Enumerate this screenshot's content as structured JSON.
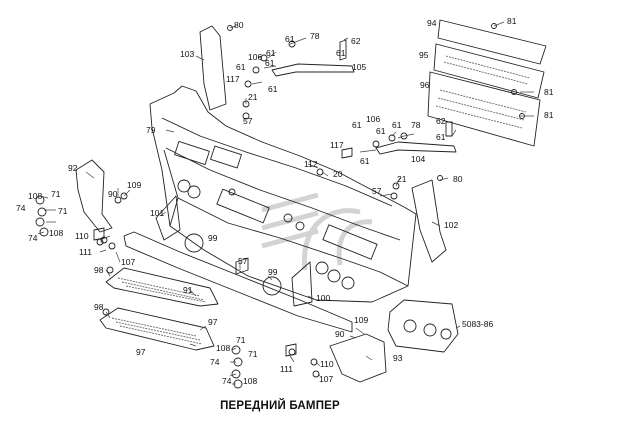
{
  "caption": "ПЕРЕДНИЙ БАМПЕР",
  "labels": {
    "l80a": "80",
    "l78a": "78",
    "l62a": "62",
    "l94": "94",
    "l81a": "81",
    "l103": "103",
    "l61a": "61",
    "l106a": "106",
    "l61b": "61",
    "l61c": "61",
    "l105": "105",
    "l95": "95",
    "l61d": "61",
    "l117a": "117",
    "l61e": "61",
    "l96": "96",
    "l81b": "81",
    "l81c": "81",
    "l21a": "21",
    "l57a": "57",
    "l79": "79",
    "l106b": "106",
    "l61f": "61",
    "l78b": "78",
    "l61g": "61",
    "l117b": "117",
    "l61h": "61",
    "l62b": "62",
    "l61i": "61",
    "l61j": "61",
    "l104": "104",
    "l112": "112",
    "l20": "20",
    "l92": "92",
    "l21b": "21",
    "l80b": "80",
    "l57b": "57",
    "l108a": "108",
    "l71a": "71",
    "l90a": "90",
    "l109a": "109",
    "l74a": "74",
    "l71b": "71",
    "l101": "101",
    "l102": "102",
    "l74b": "74",
    "l108b": "108",
    "l99a": "99",
    "l110a": "110",
    "l111a": "111",
    "l107a": "107",
    "l57c": "57",
    "l98a": "98",
    "l99b": "99",
    "l91": "91",
    "l100": "100",
    "l98b": "98",
    "l97a": "97",
    "l109b": "109",
    "l5083": "5083-86",
    "l90b": "90",
    "l71c": "71",
    "l97b": "97",
    "l108c": "108",
    "l71d": "71",
    "l74c": "74",
    "l111b": "111",
    "l110b": "110",
    "l93": "93",
    "l74d": "74",
    "l108d": "108",
    "l107b": "107"
  }
}
